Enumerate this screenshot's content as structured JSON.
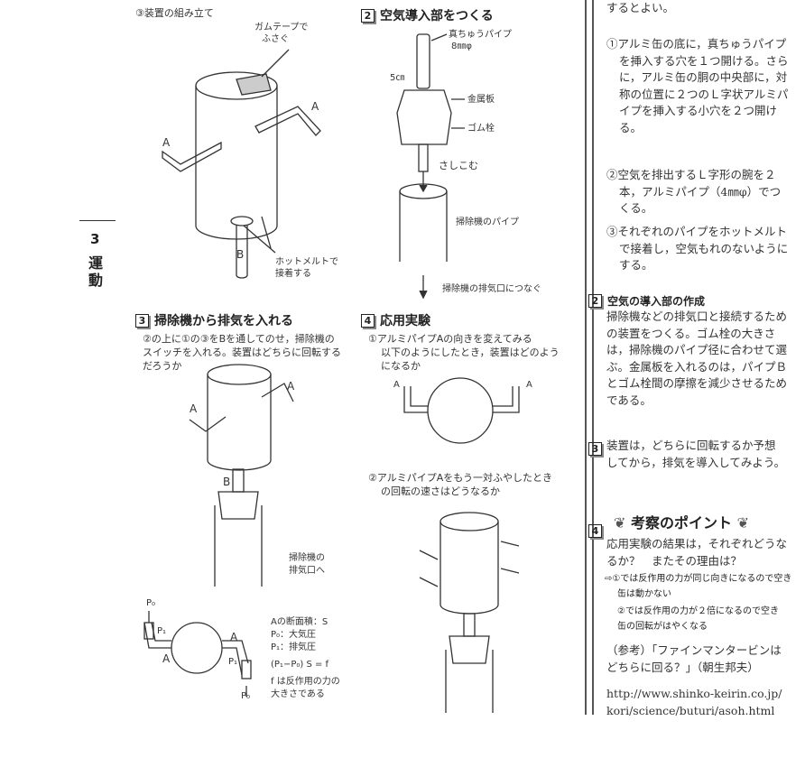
{
  "margin": {
    "chapter_number": "3",
    "chapter_title": "運動"
  },
  "left": {
    "assembly_title": "③装置の組み立て",
    "tape_label": [
      "ガムテープで",
      "ふさぐ"
    ],
    "label_a": "A",
    "label_b": "B",
    "hotmelt_label": [
      "ホットメルトで",
      "接着する"
    ]
  },
  "section2": {
    "num": "2",
    "title": "空気導入部をつくる",
    "brass_pipe": [
      "真ちゅうパイプ",
      "8㎜φ"
    ],
    "length": "5㎝",
    "metal_plate": "金属板",
    "rubber_stopper": "ゴム栓",
    "insert": "さしこむ",
    "vacuum_pipe": "掃除機のパイプ",
    "connect": "掃除機の排気口につなぐ"
  },
  "section3": {
    "num": "3",
    "title": "掃除機から排気を入れる",
    "text": [
      "②の上に①の③をBを通してのせ，掃除機の",
      "スイッチを入れる。装置はどちらに回転する",
      "だろうか"
    ],
    "exhaust_label": [
      "掃除機の",
      "排気口へ"
    ]
  },
  "section4": {
    "num": "4",
    "title": "応用実験",
    "q1": [
      "①アルミパイプAの向きを変えてみる",
      "以下のようにしたとき，装置はどのよう",
      "になるか"
    ],
    "q2": [
      "②アルミパイプAをもう一対ふやしたとき",
      "の回転の速さはどうなるか"
    ]
  },
  "formula": {
    "p0": "P₀",
    "p1": "P₁",
    "a": "A",
    "lines": [
      "Aの断面積：S",
      "P₀：大気圧",
      "P₁：排気圧",
      "(P₁−P₀) S = f",
      "f は反作用の力の",
      "大きさである"
    ]
  },
  "right": {
    "intro": "するとよい。",
    "steps": [
      "①アルミ缶の底に，真ちゅうパイプを挿入する穴を１つ開ける。さらに，アルミ缶の胴の中央部に，対称の位置に２つのＬ字状アルミパイプを挿入する小穴を２つ開ける。",
      "②空気を排出するＬ字形の腕を２本，アルミパイプ（4㎜φ）でつくる。",
      "③それぞれのパイプをホットメルトで接着し，空気もれのないようにする。"
    ],
    "n2": "2",
    "h2": "空気の導入部の作成",
    "t2": "掃除機などの排気口と接続するための装置をつくる。ゴム栓の大きさは，掃除機のパイプ径に合わせて選ぶ。金属板を入れるのは，パイプＢとゴム栓間の摩擦を減少させるためである。",
    "n3": "3",
    "t3": "装置は，どちらに回転するか予想してから，排気を導入してみよう。",
    "n4": "4",
    "h4": "考察のポイント",
    "t4": "応用実験の結果は，それぞれどうなるか？　またその理由は？",
    "a4": [
      "⇨①では反作用の力が同じ向きになるので空き缶は動かない",
      "②では反作用の力が２倍になるので空き缶の回転がはやくなる"
    ],
    "ref": "（参考）「ファインマンタービンはどちらに回る？」（朝生邦夫）",
    "url": [
      "http://www.shinko-keirin.co.jp/",
      "kori/science/buturi/asoh.html"
    ]
  }
}
